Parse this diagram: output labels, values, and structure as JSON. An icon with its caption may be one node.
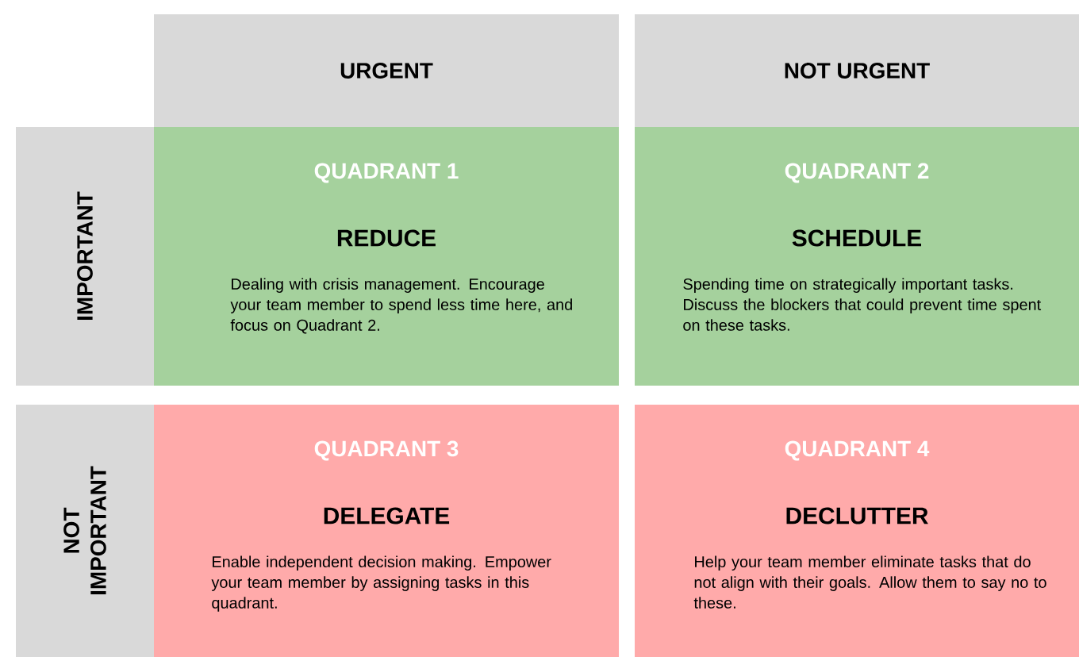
{
  "diagram": {
    "nodes": [
      {
        "text": [
          "URGENT"
        ]
      },
      {
        "text": [
          "NOT URGENT"
        ]
      },
      {
        "text": [
          "IMPORTANT"
        ]
      },
      {
        "text": [
          "QUADRANT 1",
          "REDUCE",
          "Dealing with crisis management. Encourage your team member to spend less time here, and focus on Quadrant 2."
        ]
      },
      {
        "text": [
          "QUADRANT 2",
          "SCHEDULE",
          "Spending time on strategically important tasks. Discuss the blockers that could prevent time spent on these tasks."
        ]
      },
      {
        "text": [
          "NOT IMPORTANT"
        ]
      },
      {
        "text": [
          "QUADRANT 3",
          "DELEGATE",
          "Enable independent decision making. Empower your team member by assigning tasks in this quadrant."
        ]
      },
      {
        "text": [
          "QUADRANT 4",
          "DECLUTTER",
          "Help your team member eliminate tasks that do not align with their goals. Allow them to say no to these."
        ]
      }
    ]
  }
}
